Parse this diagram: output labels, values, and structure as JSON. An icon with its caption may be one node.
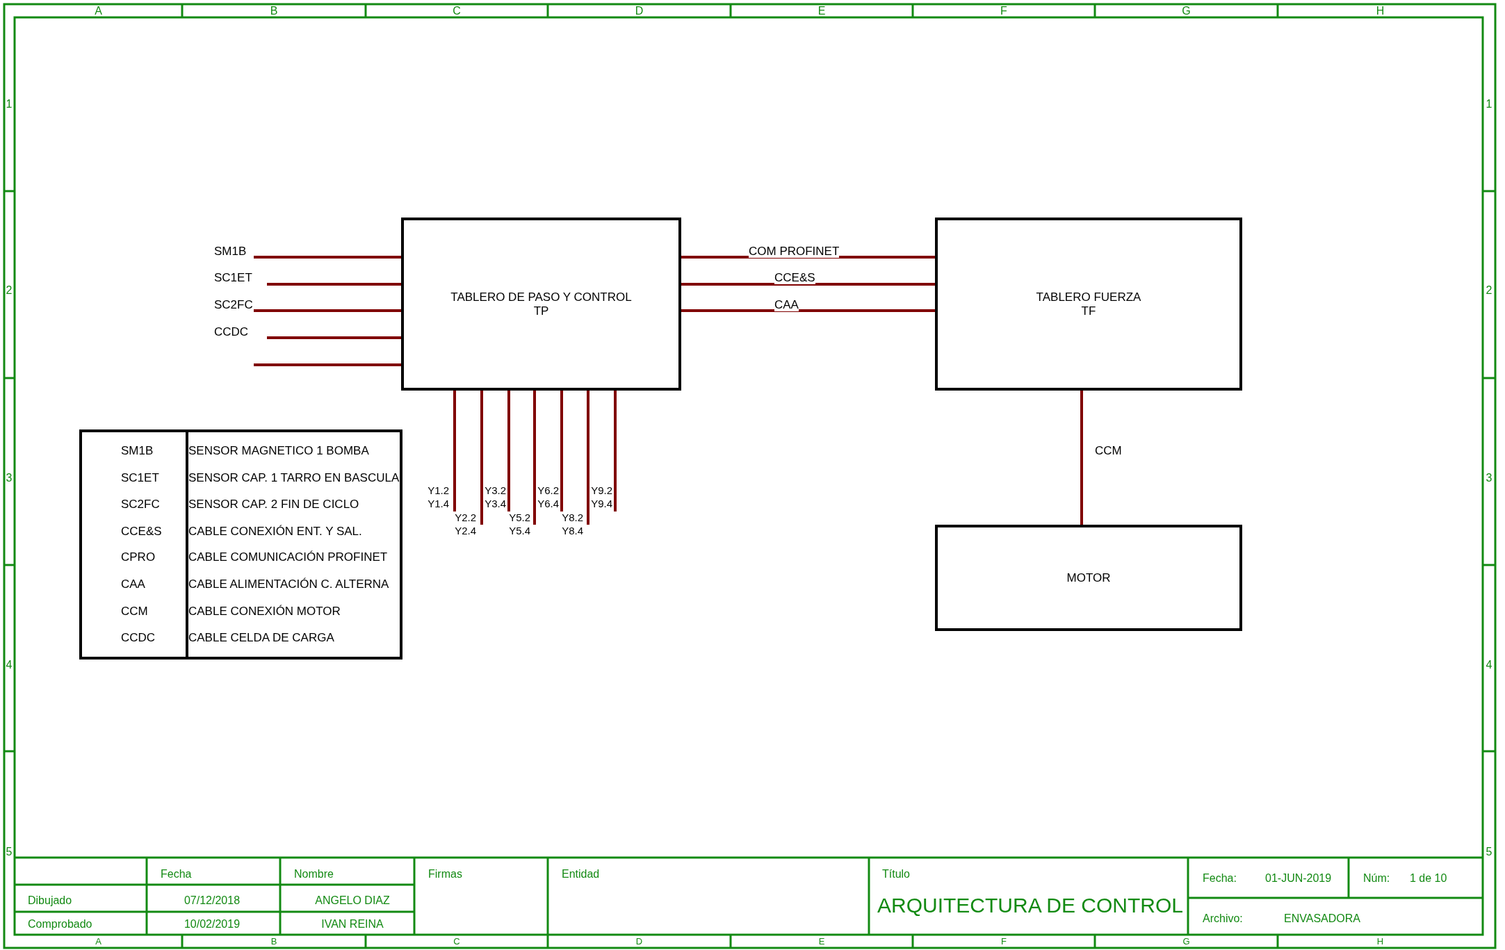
{
  "diagram": {
    "title": "ARQUITECTURA DE CONTROL",
    "nodes": [
      {
        "text": [
          "TABLERO DE PASO Y CONTROL",
          "TP"
        ]
      },
      {
        "text": [
          "TABLERO FUERZA",
          "TF"
        ]
      },
      {
        "text": [
          "MOTOR"
        ]
      }
    ],
    "edges": [
      {
        "from": null,
        "to": 0,
        "arrow": "none",
        "label": "SM1B"
      },
      {
        "from": null,
        "to": 0,
        "arrow": "none",
        "label": "SC1ET"
      },
      {
        "from": null,
        "to": 0,
        "arrow": "none",
        "label": "SC2FC"
      },
      {
        "from": null,
        "to": 0,
        "arrow": "none",
        "label": "CCDC"
      },
      {
        "from": null,
        "to": 0,
        "arrow": "none"
      },
      {
        "from": 0,
        "to": 1,
        "arrow": "none",
        "label": "COM PROFINET"
      },
      {
        "from": 0,
        "to": 1,
        "arrow": "none",
        "label": "CCE&S"
      },
      {
        "from": 0,
        "to": 1,
        "arrow": "none",
        "label": "CAA"
      },
      {
        "from": 0,
        "to": null,
        "arrow": "none",
        "label": "Y1.2 Y1.4"
      },
      {
        "from": 0,
        "to": null,
        "arrow": "none",
        "label": "Y2.2 Y2.4"
      },
      {
        "from": 0,
        "to": null,
        "arrow": "none",
        "label": "Y3.2 Y3.4"
      },
      {
        "from": 0,
        "to": null,
        "arrow": "none",
        "label": "Y5.2 Y5.4"
      },
      {
        "from": 0,
        "to": null,
        "arrow": "none",
        "label": "Y6.2 Y6.4"
      },
      {
        "from": 0,
        "to": null,
        "arrow": "none",
        "label": "Y8.2 Y8.4"
      },
      {
        "from": 0,
        "to": null,
        "arrow": "none",
        "label": "Y9.2 Y9.4"
      },
      {
        "from": 1,
        "to": 2,
        "arrow": "none",
        "label": "CCM"
      }
    ],
    "labels": [
      "A",
      "B",
      "C",
      "D",
      "E",
      "F",
      "G",
      "H",
      "1",
      "1",
      "2",
      "2",
      "3",
      "3",
      "4",
      "4",
      "5",
      "5",
      "SM1B",
      "SENSOR MAGNETICO 1 BOMBA",
      "SC1ET",
      "SENSOR CAP. 1 TARRO EN BASCULA",
      "SC2FC",
      "SENSOR CAP. 2 FIN DE CICLO",
      "CCE&S",
      "CABLE CONEXIÓN ENT. Y SAL.",
      "CPRO",
      "CABLE COMUNICACIÓN PROFINET",
      "CAA",
      "CABLE ALIMENTACIÓN C. ALTERNA",
      "CCM",
      "CABLE CONEXIÓN MOTOR",
      "CCDC",
      "CABLE CELDA DE CARGA",
      "Fecha",
      "Nombre",
      "Firmas",
      "Entidad",
      "Título",
      "Fecha:",
      "01-JUN-2019",
      "Núm:",
      "1 de 10",
      "Dibujado",
      "07/12/2018",
      "ANGELO DIAZ",
      "Archivo:",
      "ENVASADORA",
      "Comprobado",
      "10/02/2019",
      "IVAN REINA",
      "A",
      "B",
      "C",
      "D",
      "E",
      "F",
      "G",
      "H"
    ]
  }
}
